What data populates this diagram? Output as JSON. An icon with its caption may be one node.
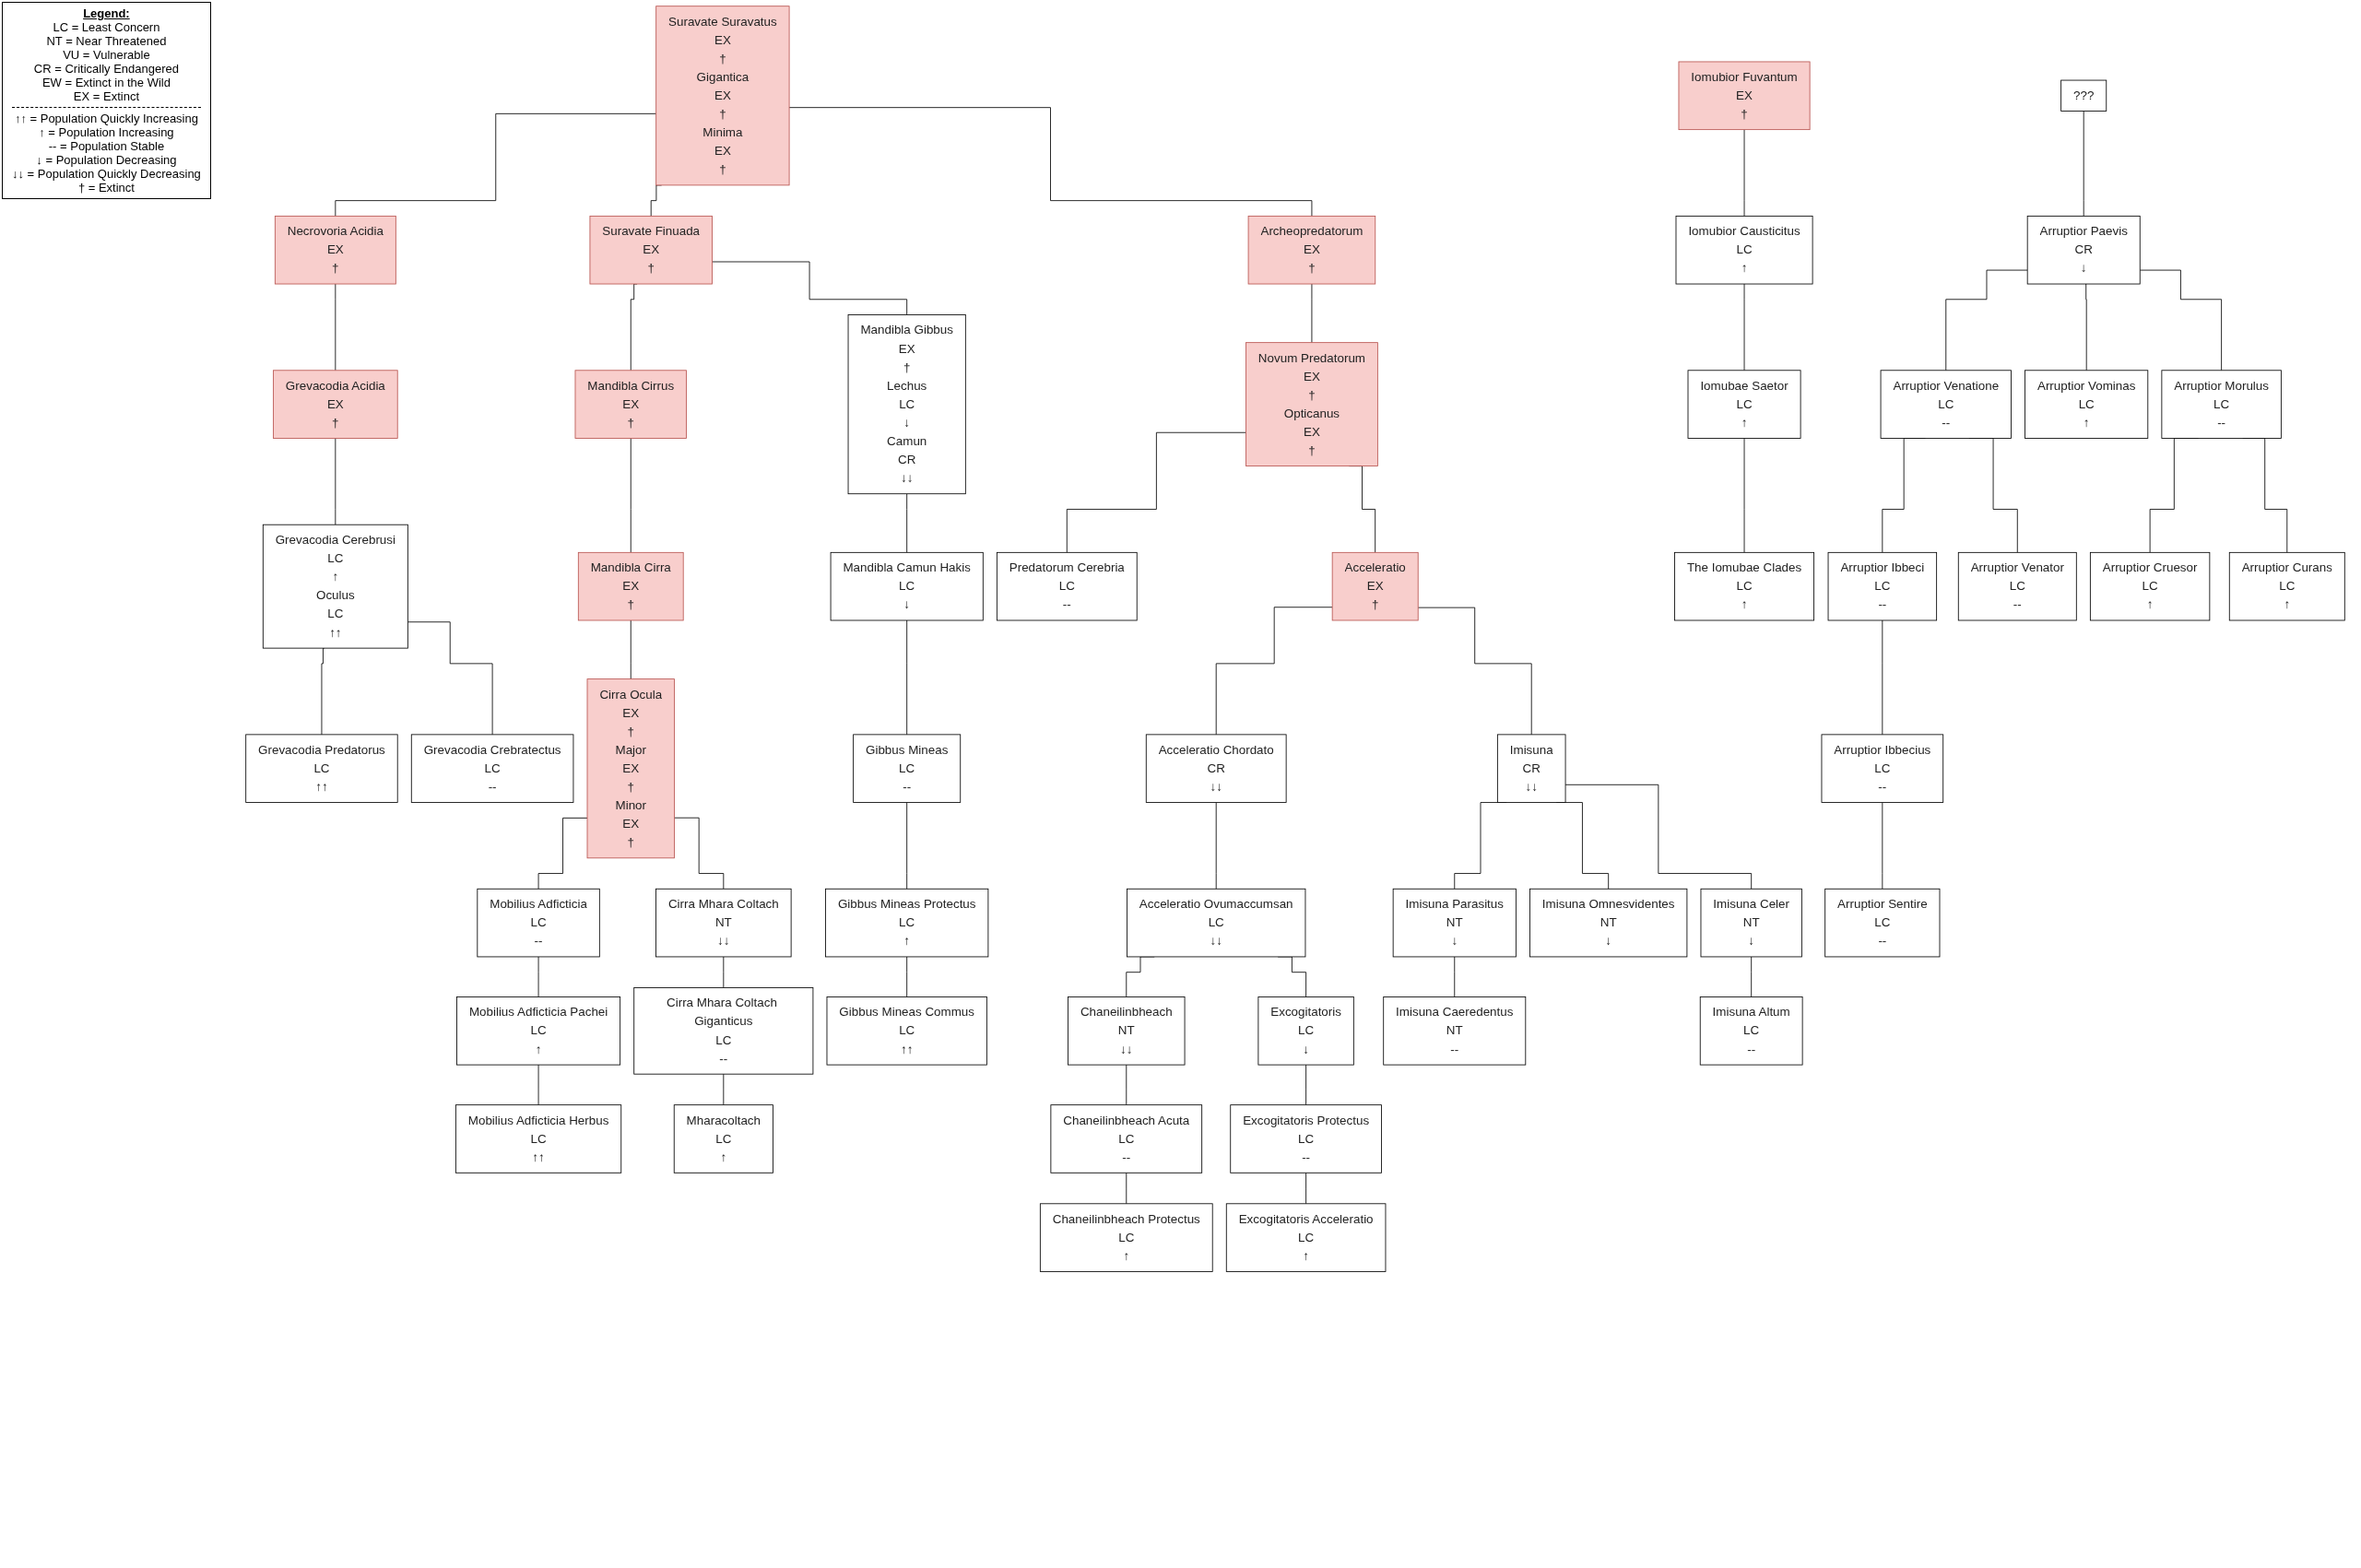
{
  "diagram": {
    "nodes": [
      {
        "text": [
          "Suravate Suravatus",
          "EX",
          "†",
          "Gigantica",
          "EX",
          "†",
          "Minima",
          "EX",
          "†"
        ]
      },
      {
        "text": [
          "???"
        ]
      },
      {
        "text": [
          "Suravate Finuada",
          "EX",
          "†"
        ]
      },
      {
        "text": [
          "Mandibla Cirrus",
          "EX",
          "†"
        ]
      },
      {
        "text": [
          "Mandibla Gibbus",
          "EX",
          "†",
          "Lechus",
          "LC",
          "↓",
          "Camun",
          "CR",
          "↓↓"
        ]
      },
      {
        "text": [
          "Archeopredatorum",
          "EX",
          "†"
        ]
      },
      {
        "text": [
          "Mandibla Cirra",
          "EX",
          "†"
        ]
      },
      {
        "text": [
          "Iomubior Fuvantum",
          "EX",
          "†"
        ]
      },
      {
        "text": [
          "Necrovoria Acidia",
          "EX",
          "†"
        ]
      },
      {
        "text": [
          "Novum Predatorum",
          "EX",
          "†",
          "Opticanus",
          "EX",
          "†"
        ]
      },
      {
        "text": [
          "Iomubior Causticitus",
          "LC",
          "↑"
        ]
      },
      {
        "text": [
          "Arruptior Paevis",
          "CR",
          "↓"
        ]
      },
      {
        "text": [
          "Cirra Ocula",
          "EX",
          "†",
          "Major",
          "EX",
          "†",
          "Minor",
          "EX",
          "†"
        ]
      },
      {
        "text": [
          "Grevacodia Acidia",
          "EX",
          "†"
        ]
      },
      {
        "text": [
          "Acceleratio",
          "EX",
          "†"
        ]
      },
      {
        "text": [
          "Grevacodia Cerebrusi",
          "LC",
          "↑",
          "Oculus",
          "LC",
          "↑↑"
        ]
      },
      {
        "text": [
          "Grevacodia Predatorus",
          "LC",
          "↑↑"
        ]
      },
      {
        "text": [
          "Grevacodia Crebratectus",
          "LC",
          "--"
        ]
      },
      {
        "text": [
          "Cirra Mhara Coltach",
          "NT",
          "↓↓"
        ]
      },
      {
        "text": [
          "Mandibla Camun Hakis",
          "LC",
          "↓"
        ]
      },
      {
        "text": [
          "Acceleratio Chordato",
          "CR",
          "↓↓"
        ]
      },
      {
        "text": [
          "Iomubae Saetor",
          "LC",
          "↑"
        ]
      },
      {
        "text": [
          "Predatorum Cerebria",
          "LC",
          "--"
        ]
      },
      {
        "text": [
          "Acceleratio Ovumaccumsan",
          "LC",
          "↓↓"
        ]
      },
      {
        "text": [
          "Arruptior Venatione",
          "LC",
          "--"
        ]
      },
      {
        "text": [
          "Arruptior Vominas",
          "LC",
          "↑"
        ]
      },
      {
        "text": [
          "Mobilius Adficticia",
          "LC",
          "--"
        ]
      },
      {
        "text": [
          "Chaneilinbheach",
          "NT",
          "↓↓"
        ]
      },
      {
        "text": [
          "Excogitatoris",
          "LC",
          "↓"
        ]
      },
      {
        "text": [
          "Cirra Mhara Coltach Giganticus",
          "LC",
          "--"
        ]
      },
      {
        "text": [
          "Gibbus Mineas",
          "LC",
          "--"
        ]
      },
      {
        "text": [
          "Imisuna",
          "CR",
          "↓↓"
        ]
      },
      {
        "text": [
          "The Iomubae Clades",
          "LC",
          "↑"
        ]
      },
      {
        "text": [
          "Arruptior Ibbeci",
          "LC",
          "--"
        ]
      },
      {
        "text": [
          "Arruptior Morulus",
          "LC",
          "--"
        ]
      },
      {
        "text": [
          "Mobilius Adficticia Pachei",
          "LC",
          "↑"
        ]
      },
      {
        "text": [
          "Mharacoltach",
          "LC",
          "↑"
        ]
      },
      {
        "text": [
          "Gibbus Mineas Protectus",
          "LC",
          "↑"
        ]
      },
      {
        "text": [
          "Chaneilinbheach Acuta",
          "LC",
          "--"
        ]
      },
      {
        "text": [
          "Excogitatoris Protectus",
          "LC",
          "--"
        ]
      },
      {
        "text": [
          "Imisuna Parasitus",
          "NT",
          "↓"
        ]
      },
      {
        "text": [
          "Imisuna Omnesvidentes",
          "NT",
          "↓"
        ]
      },
      {
        "text": [
          "Imisuna Celer",
          "NT",
          "↓"
        ]
      },
      {
        "text": [
          "Arruptior Ibbecius",
          "LC",
          "--"
        ]
      },
      {
        "text": [
          "Arruptior Venator",
          "LC",
          "--"
        ]
      },
      {
        "text": [
          "Arruptior Curans",
          "LC",
          "↑"
        ]
      },
      {
        "text": [
          "Mobilius Adficticia Herbus",
          "LC",
          "↑↑"
        ]
      },
      {
        "text": [
          "Gibbus Mineas Commus",
          "LC",
          "↑↑"
        ]
      },
      {
        "text": [
          "Chaneilinbheach Protectus",
          "LC",
          "↑"
        ]
      },
      {
        "text": [
          "Excogitatoris Acceleratio",
          "LC",
          "↑"
        ]
      },
      {
        "text": [
          "Imisuna Caeredentus",
          "NT",
          "--"
        ]
      },
      {
        "text": [
          "Imisuna Altum",
          "LC",
          "--"
        ]
      },
      {
        "text": [
          "Arruptior Sentire",
          "LC",
          "--"
        ]
      },
      {
        "text": [
          "Arruptior Cruesor",
          "LC",
          "↑"
        ]
      }
    ],
    "edges": [
      {
        "from": 0,
        "to": 8,
        "arrow": "none"
      },
      {
        "from": 0,
        "to": 2,
        "arrow": "none"
      },
      {
        "from": 0,
        "to": 5,
        "arrow": "none"
      },
      {
        "from": 2,
        "to": 3,
        "arrow": "none"
      },
      {
        "from": 2,
        "to": 4,
        "arrow": "none"
      },
      {
        "from": 3,
        "to": 6,
        "arrow": "none"
      },
      {
        "from": 6,
        "to": 12,
        "arrow": "none"
      },
      {
        "from": 4,
        "to": 19,
        "arrow": "none"
      },
      {
        "from": 5,
        "to": 9,
        "arrow": "none"
      },
      {
        "from": 8,
        "to": 13,
        "arrow": "none"
      },
      {
        "from": 13,
        "to": 15,
        "arrow": "none"
      },
      {
        "from": 15,
        "to": 16,
        "arrow": "none"
      },
      {
        "from": 15,
        "to": 17,
        "arrow": "none"
      },
      {
        "from": 12,
        "to": 26,
        "arrow": "none"
      },
      {
        "from": 12,
        "to": 18,
        "arrow": "none"
      },
      {
        "from": 9,
        "to": 22,
        "arrow": "none"
      },
      {
        "from": 9,
        "to": 14,
        "arrow": "none"
      },
      {
        "from": 14,
        "to": 20,
        "arrow": "none"
      },
      {
        "from": 14,
        "to": 31,
        "arrow": "none"
      },
      {
        "from": 20,
        "to": 23,
        "arrow": "none"
      },
      {
        "from": 23,
        "to": 27,
        "arrow": "none"
      },
      {
        "from": 23,
        "to": 28,
        "arrow": "none"
      },
      {
        "from": 18,
        "to": 29,
        "arrow": "none"
      },
      {
        "from": 29,
        "to": 36,
        "arrow": "none"
      },
      {
        "from": 19,
        "to": 30,
        "arrow": "none"
      },
      {
        "from": 30,
        "to": 37,
        "arrow": "none"
      },
      {
        "from": 37,
        "to": 47,
        "arrow": "none"
      },
      {
        "from": 26,
        "to": 35,
        "arrow": "none"
      },
      {
        "from": 35,
        "to": 46,
        "arrow": "none"
      },
      {
        "from": 27,
        "to": 38,
        "arrow": "none"
      },
      {
        "from": 38,
        "to": 48,
        "arrow": "none"
      },
      {
        "from": 28,
        "to": 39,
        "arrow": "none"
      },
      {
        "from": 39,
        "to": 49,
        "arrow": "none"
      },
      {
        "from": 31,
        "to": 40,
        "arrow": "none"
      },
      {
        "from": 31,
        "to": 41,
        "arrow": "none"
      },
      {
        "from": 31,
        "to": 42,
        "arrow": "none"
      },
      {
        "from": 40,
        "to": 50,
        "arrow": "none"
      },
      {
        "from": 42,
        "to": 51,
        "arrow": "none"
      },
      {
        "from": 7,
        "to": 10,
        "arrow": "none"
      },
      {
        "from": 10,
        "to": 21,
        "arrow": "none"
      },
      {
        "from": 21,
        "to": 32,
        "arrow": "none"
      },
      {
        "from": 1,
        "to": 11,
        "arrow": "none"
      },
      {
        "from": 11,
        "to": 24,
        "arrow": "none"
      },
      {
        "from": 11,
        "to": 25,
        "arrow": "none"
      },
      {
        "from": 11,
        "to": 34,
        "arrow": "none"
      },
      {
        "from": 24,
        "to": 33,
        "arrow": "none"
      },
      {
        "from": 24,
        "to": 44,
        "arrow": "none"
      },
      {
        "from": 33,
        "to": 43,
        "arrow": "none"
      },
      {
        "from": 43,
        "to": 52,
        "arrow": "none"
      },
      {
        "from": 34,
        "to": 53,
        "arrow": "none"
      },
      {
        "from": 34,
        "to": 45,
        "arrow": "none"
      }
    ],
    "labels": [
      "Legend:"
    ],
    "legend": [
      {
        "text": "LC = Least Concern"
      },
      {
        "text": "NT = Near Threatened"
      },
      {
        "text": "VU = Vulnerable"
      },
      {
        "text": "CR = Critically Endangered"
      },
      {
        "text": "EW = Extinct in the Wild"
      },
      {
        "text": "EX = Extinct"
      },
      {
        "text": "↑↑ = Population Quickly Increasing"
      },
      {
        "text": "↑ = Population Increasing"
      },
      {
        "text": "-- = Population Stable"
      },
      {
        "text": "↓ = Population Decreasing"
      },
      {
        "text": "↓↓ = Population Quickly Decreasing"
      },
      {
        "text": "† = Extinct"
      }
    ]
  }
}
